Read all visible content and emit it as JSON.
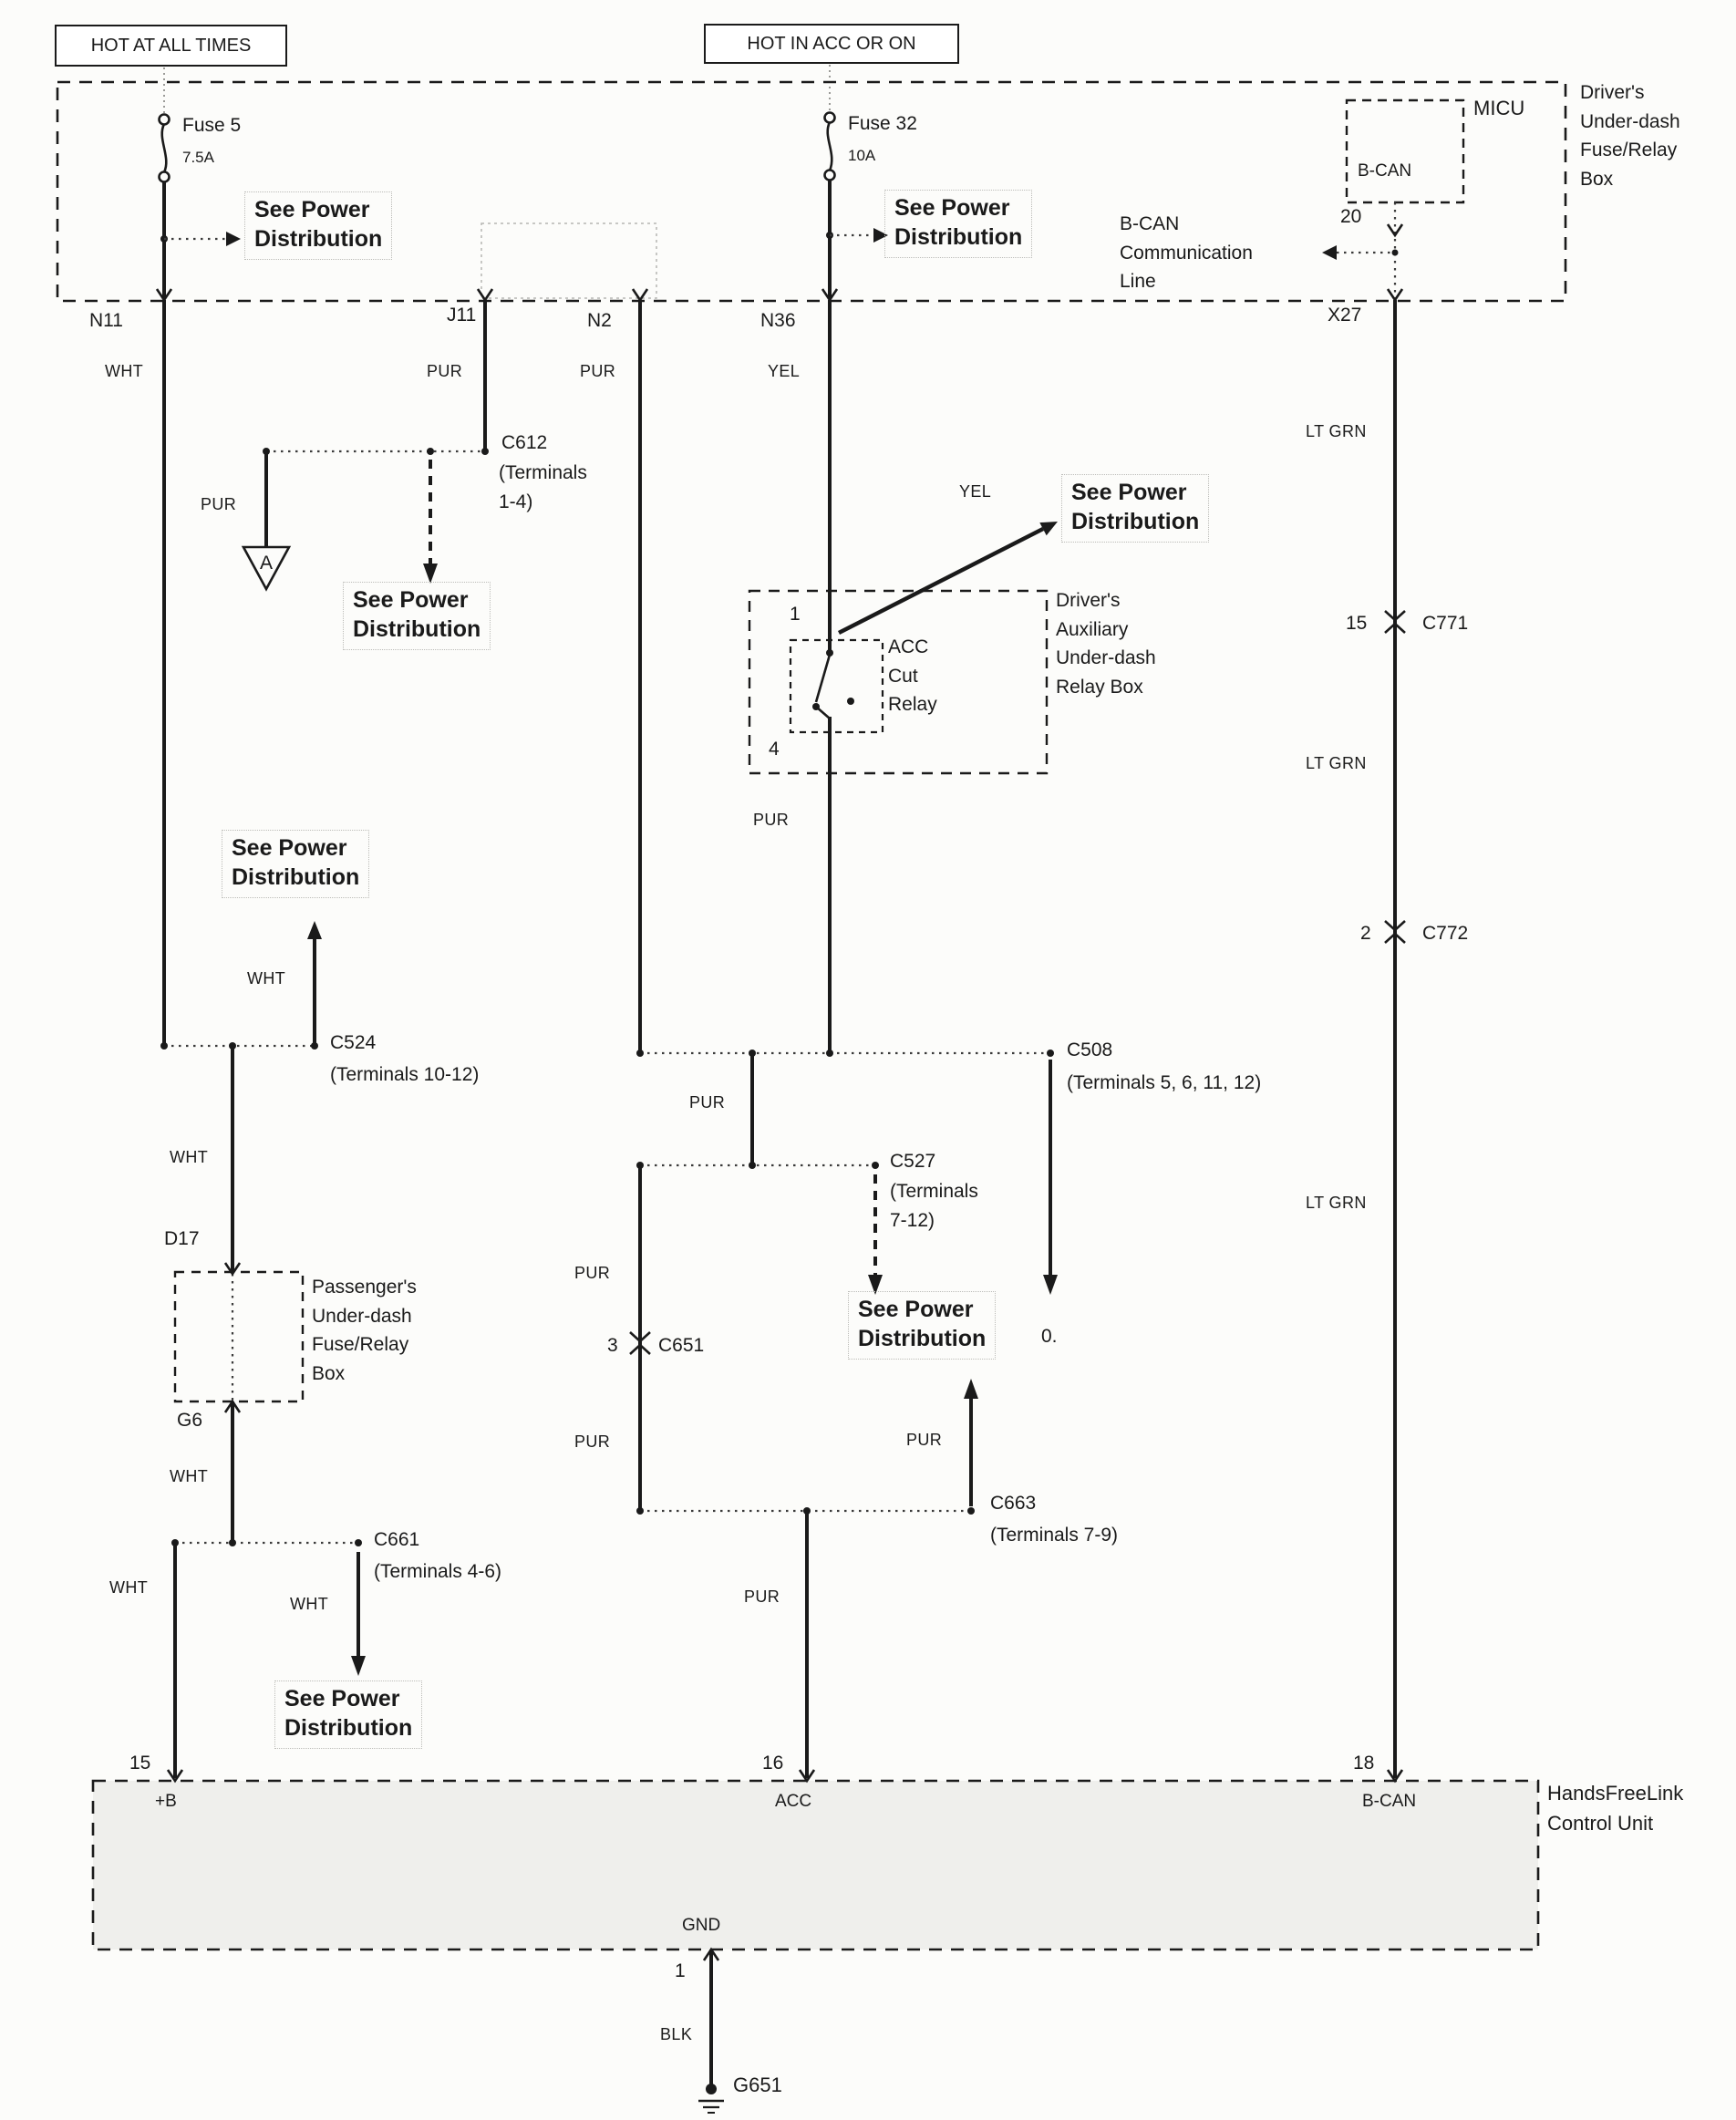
{
  "power_sources": {
    "hot_at_all_times": "HOT AT ALL TIMES",
    "hot_in_acc_or_on": "HOT IN ACC OR ON"
  },
  "driver_fuse_box": {
    "name": "Driver's\nUnder-dash\nFuse/Relay\nBox",
    "fuse5_name": "Fuse 5",
    "fuse5_rating": "7.5A",
    "fuse32_name": "Fuse 32",
    "fuse32_rating": "10A",
    "bcan_line": "B-CAN\nCommunication\nLine",
    "micu_label": "MICU",
    "micu_bcan": "B-CAN",
    "micu_pin": "20"
  },
  "notes": {
    "see_power_distribution": "See Power\nDistribution",
    "artifact": "0."
  },
  "branch_connectors": {
    "n11": "N11",
    "j11": "J11",
    "n2": "N2",
    "n36": "N36",
    "x27": "X27"
  },
  "wire_colors": {
    "wht": "WHT",
    "pur": "PUR",
    "yel": "YEL",
    "lt_grn": "LT GRN",
    "blk": "BLK"
  },
  "inline_connectors": {
    "c612": "C612",
    "c612_terminals": "(Terminals\n1-4)",
    "c771": "C771",
    "c771_pin": "15",
    "c772": "C772",
    "c772_pin": "2",
    "c524": "C524",
    "c524_terminals": "(Terminals 10-12)",
    "c508": "C508",
    "c508_terminals": "(Terminals 5, 6, 11, 12)",
    "c527": "C527",
    "c527_terminals": "(Terminals\n7-12)",
    "c651": "C651",
    "c651_pin": "3",
    "c661": "C661",
    "c661_terminals": "(Terminals 4-6)",
    "c663": "C663",
    "c663_terminals": "(Terminals 7-9)"
  },
  "acc_relay": {
    "pin1": "1",
    "pin4": "4",
    "name": "ACC\nCut\nRelay",
    "box_name": "Driver's\nAuxiliary\nUnder-dash\nRelay Box"
  },
  "passenger_fuse_box": {
    "d17": "D17",
    "g6": "G6",
    "name": "Passenger's\nUnder-dash\nFuse/Relay\nBox"
  },
  "ground_a": "A",
  "control_unit": {
    "name": "HandsFreeLink\nControl Unit",
    "pin15": "15",
    "pin16": "16",
    "pin18": "18",
    "terminal_b": "+B",
    "terminal_acc": "ACC",
    "terminal_bcan": "B-CAN",
    "terminal_gnd": "GND",
    "gnd_pin": "1",
    "ground_name": "G651"
  },
  "colors": {
    "ink": "#1a1a1a",
    "paper": "#fcfcfa"
  }
}
